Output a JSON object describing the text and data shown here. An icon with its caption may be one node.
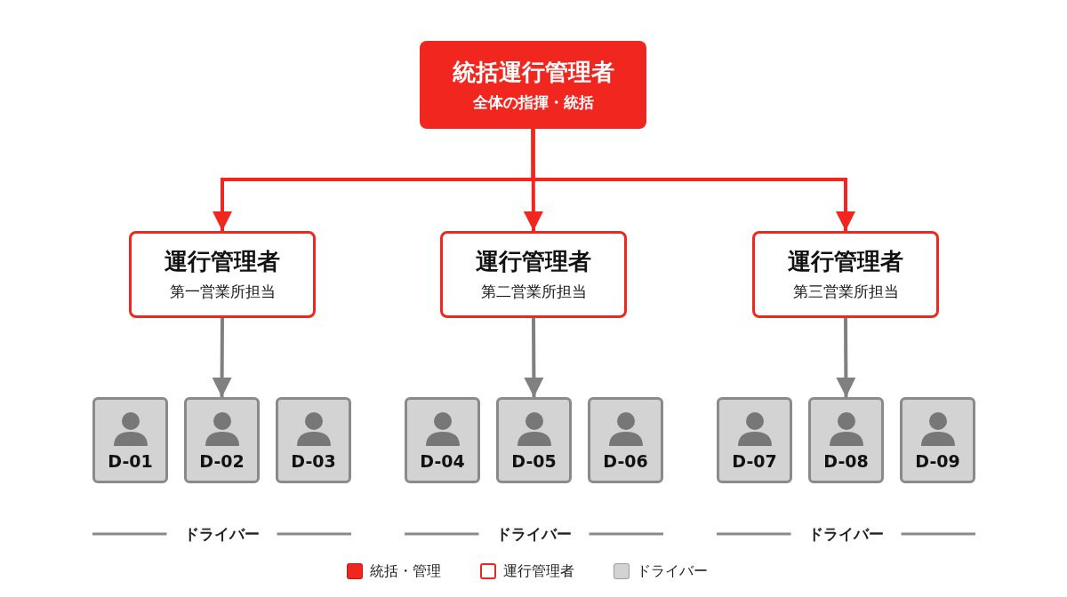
{
  "diagram": {
    "nodes": [
      {
        "text": [
          "統括運行管理者",
          "全体の指揮・統括"
        ]
      },
      {
        "text": [
          "運行管理者",
          "第一営業所担当"
        ]
      },
      {
        "text": [
          "運行管理者",
          "第二営業所担当"
        ]
      },
      {
        "text": [
          "運行管理者",
          "第三営業所担当"
        ]
      },
      {
        "text": [
          "D-01"
        ]
      },
      {
        "text": [
          "D-02"
        ]
      },
      {
        "text": [
          "D-03"
        ]
      },
      {
        "text": [
          "D-04"
        ]
      },
      {
        "text": [
          "D-05"
        ]
      },
      {
        "text": [
          "D-06"
        ]
      },
      {
        "text": [
          "D-07"
        ]
      },
      {
        "text": [
          "D-08"
        ]
      },
      {
        "text": [
          "D-09"
        ]
      }
    ],
    "edges": [
      {
        "from": 0,
        "to": 1,
        "arrow": "to",
        "color": "#f0261f"
      },
      {
        "from": 0,
        "to": 2,
        "arrow": "to",
        "color": "#f0261f"
      },
      {
        "from": 0,
        "to": 3,
        "arrow": "to",
        "color": "#f0261f"
      },
      {
        "from": 1,
        "to": 5,
        "arrow": "to",
        "color": "#808080"
      },
      {
        "from": 2,
        "to": 8,
        "arrow": "to",
        "color": "#808080"
      },
      {
        "from": 3,
        "to": 11,
        "arrow": "to",
        "color": "#808080"
      }
    ],
    "labels": [
      "ドライバー",
      "ドライバー",
      "ドライバー"
    ],
    "legend": [
      {
        "text": "統括・管理",
        "color": "#f0261f"
      },
      {
        "text": "運行管理者"
      },
      {
        "text": "ドライバー",
        "color": "#d3d3d3"
      }
    ]
  }
}
